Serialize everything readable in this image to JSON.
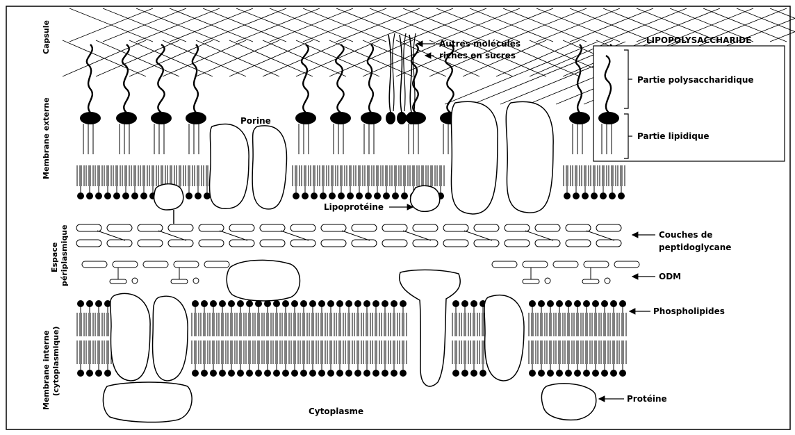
{
  "labels": {
    "capsule": "Capsule",
    "outer_membrane": "Membrane externe",
    "periplasmic_line1": "Espace",
    "periplasmic_line2": "périplasmique",
    "inner_membrane_line1": "Membrane interne",
    "inner_membrane_line2": "(cytoplasmique)",
    "porin": "Porine",
    "other_molecules_line1": "Autres molécules",
    "other_molecules_line2": "riches en sucres",
    "lipopolysaccharide": "LIPOPOLYSACCHARIDE",
    "polysaccharide_part": "Partie polysaccharidique",
    "lipid_part": "Partie lipidique",
    "lipoprotein": "Lipoprotéine",
    "peptidoglycan_line1": "Couches de",
    "peptidoglycan_line2": "peptidoglycane",
    "odm": "ODM",
    "phospholipids": "Phospholipides",
    "cytoplasm": "Cytoplasme",
    "protein": "Protéine"
  }
}
